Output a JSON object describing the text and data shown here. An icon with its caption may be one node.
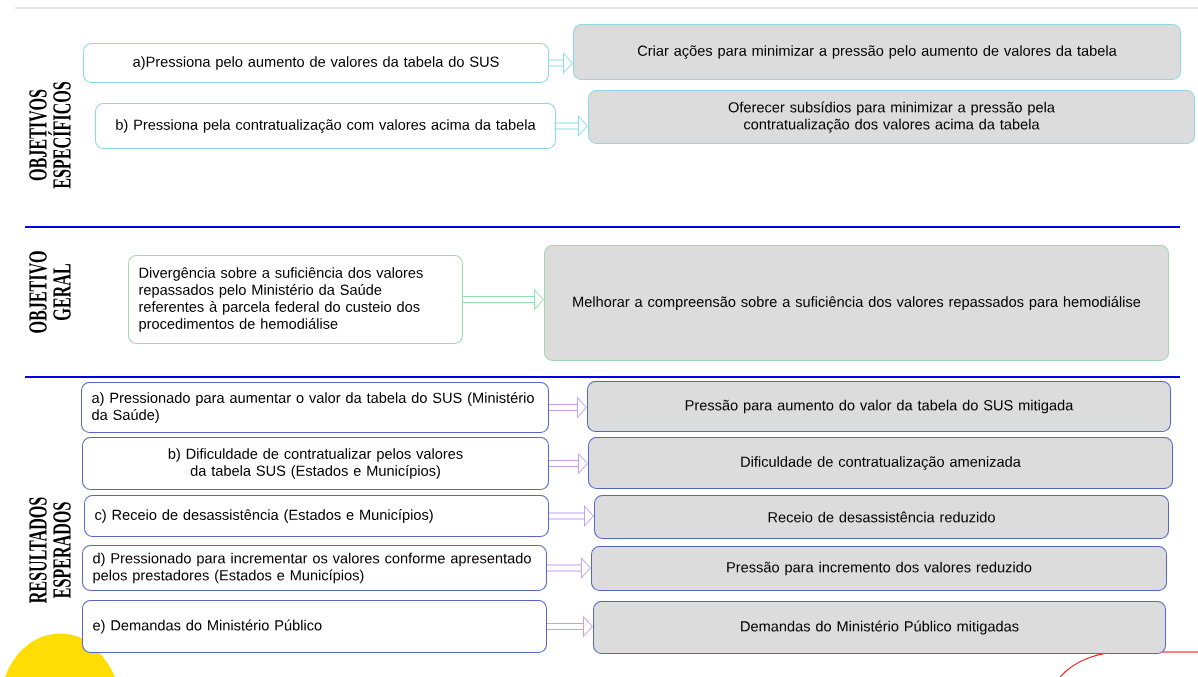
{
  "diagram": {
    "nodes": [
      {
        "text": [
          "a)Pressiona pelo aumento de valores da tabela do SUS"
        ]
      },
      {
        "text": [
          "Criar ações para minimizar a pressão pelo aumento de valores da tabela"
        ]
      },
      {
        "text": [
          "b) Pressiona pela contratualização com valores acima da tabela"
        ]
      },
      {
        "text": [
          "Oferecer subsídios para minimizar a pressão pela contratualização dos valores acima da tabela"
        ]
      },
      {
        "text": [
          "Divergência sobre a suficiência dos valores repassados pelo Ministério da Saúde referentes à parcela federal do custeio dos procedimentos de hemodiálise"
        ]
      },
      {
        "text": [
          "Melhorar a compreensão sobre a suficiência dos valores repassados para hemodiálise"
        ]
      },
      {
        "text": [
          "a) Pressionado para aumentar o valor da tabela do SUS (Ministério da Saúde)"
        ]
      },
      {
        "text": [
          "Pressão para aumento do valor da tabela do SUS mitigada"
        ]
      },
      {
        "text": [
          "b) Dificuldade de contratualizar pelos valores da tabela SUS (Estados e Municípios)"
        ]
      },
      {
        "text": [
          "Dificuldade de contratualização amenizada"
        ]
      },
      {
        "text": [
          "c) Receio de desassistência (Estados e Municípios)"
        ]
      },
      {
        "text": [
          "Receio de desassistência reduzido"
        ]
      },
      {
        "text": [
          "d) Pressionado para incrementar os valores conforme apresentado pelos prestadores (Estados e Municípios)"
        ]
      },
      {
        "text": [
          "Pressão para incremento dos valores reduzido"
        ]
      },
      {
        "text": [
          "e) Demandas  do Ministério Público"
        ]
      },
      {
        "text": [
          "Demandas do Ministério Público mitigadas"
        ]
      }
    ],
    "edges": [
      {
        "from": 0,
        "to": 1,
        "arrow": "to",
        "color": "#8ee0e8"
      },
      {
        "from": 2,
        "to": 3,
        "arrow": "to",
        "color": "#8ee0e8"
      },
      {
        "from": 4,
        "to": 5,
        "arrow": "to",
        "color": "#90e0b0"
      },
      {
        "from": 6,
        "to": 7,
        "arrow": "to"
      },
      {
        "from": 8,
        "to": 9,
        "arrow": "to"
      },
      {
        "from": 10,
        "to": 11,
        "arrow": "to"
      },
      {
        "from": 12,
        "to": 13,
        "arrow": "to"
      },
      {
        "from": 14,
        "to": 15,
        "arrow": "to"
      }
    ],
    "labels": [
      "OBJETIVOS ESPECÍFICOS",
      "OBJETIVO GERAL",
      "RESULTADOS ESPERADOS"
    ]
  }
}
